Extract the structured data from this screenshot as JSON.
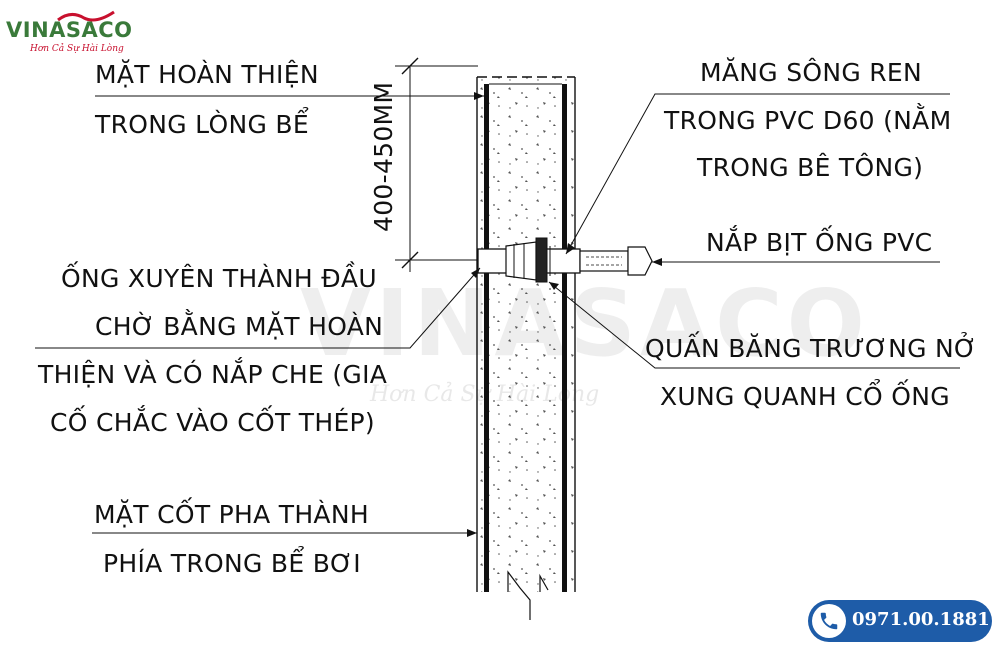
{
  "logo": {
    "name": "VINASACO",
    "tagline": "Hơn Cả Sự Hài Lòng"
  },
  "watermark": {
    "name": "VINASACO",
    "tagline": "Hơn Cả Sự Hài Lòng"
  },
  "dimension": "400-450MM",
  "labels": {
    "finish_line1": "MẶT HOÀN THIỆN",
    "finish_line2": "TRONG LÒNG BỂ",
    "socket_line1": "MĂNG SÔNG REN",
    "socket_line2": "TRONG PVC D60 (NẰM",
    "socket_line3": "TRONG BÊ TÔNG)",
    "cap": "NẮP BỊT ỐNG PVC",
    "pipe_line1": "ỐNG XUYÊN THÀNH ĐẦU",
    "pipe_line2": "CHỜ BẰNG MẶT HOÀN",
    "pipe_line3": "THIỆN VÀ CÓ NẮP CHE (GIA",
    "pipe_line4": "CỐ CHẮC VÀO CỐT THÉP)",
    "tape_line1": "QUẤN BĂNG TRƯƠNG NỞ",
    "tape_line2": "XUNG QUANH CỔ ỐNG",
    "form_line1": "MẶT CỐT PHA THÀNH",
    "form_line2": "PHÍA TRONG BỂ BƠI"
  },
  "phone": "0971.00.1881",
  "colors": {
    "line": "#111111",
    "logo_green": "#3a7a3a",
    "logo_red": "#c8102e",
    "phone_bg": "#1e5ca8"
  }
}
